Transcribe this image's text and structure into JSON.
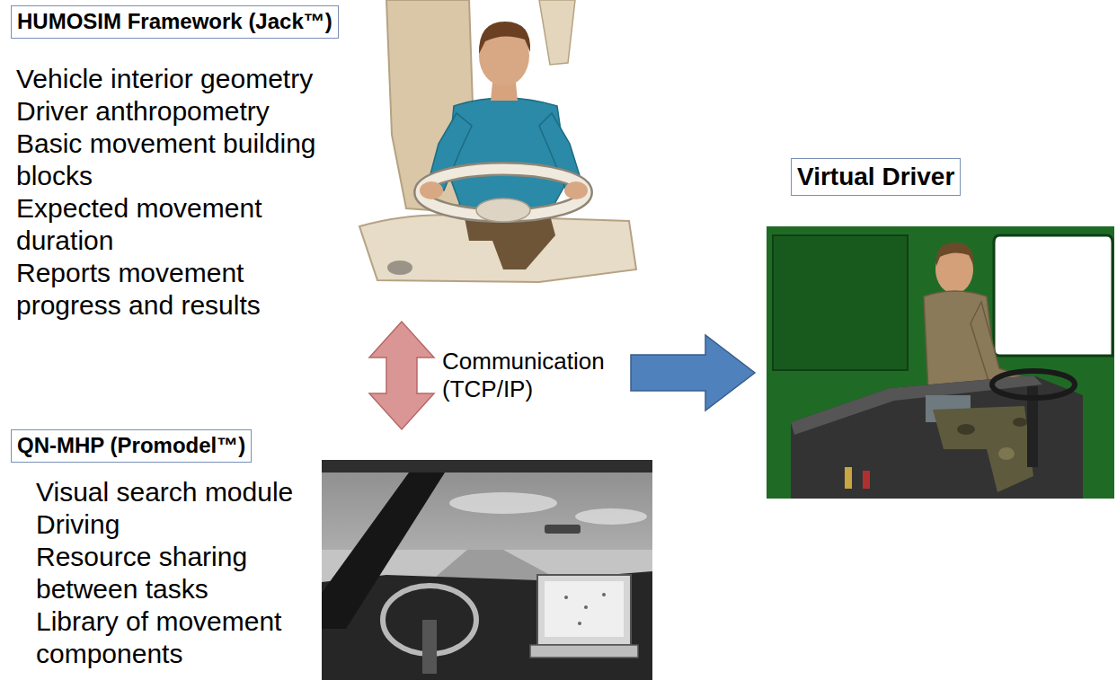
{
  "diagram": {
    "nodes": [
      {
        "text": [
          "HUMOSIM Framework (Jack™)",
          "Vehicle interior geometry",
          "Driver anthropometry",
          "Basic movement building blocks",
          "Expected movement duration",
          "Reports movement progress and results"
        ]
      },
      {
        "text": [
          "QN-MHP (Promodel™)",
          "Visual search module",
          "Driving",
          "Resource sharing between tasks",
          "Library of movement components"
        ]
      },
      {
        "text": [
          "Virtual Driver"
        ]
      }
    ],
    "edges": [
      {
        "from": 0,
        "to": 1,
        "arrow": "both",
        "label": "Communication (TCP/IP)"
      },
      {
        "from": 0,
        "to": 2,
        "arrow": "to"
      }
    ]
  }
}
